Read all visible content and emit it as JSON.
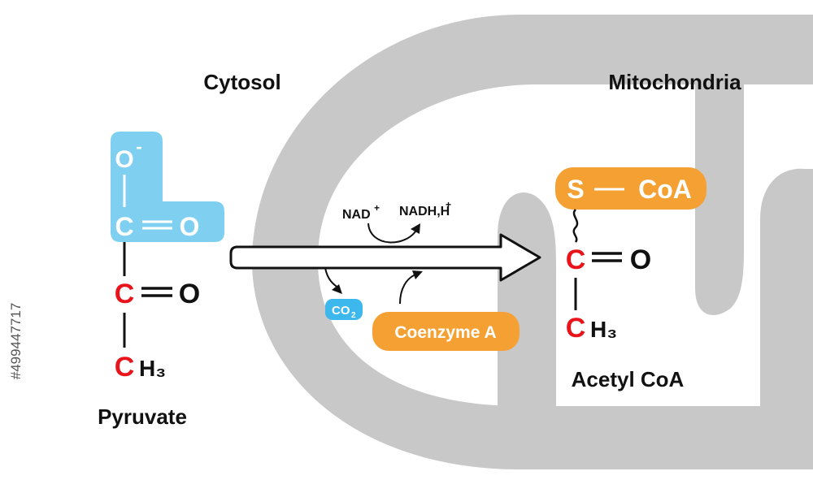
{
  "regions": {
    "cytosol": "Cytosol",
    "mitochondria": "Mitochondria"
  },
  "pyruvate": {
    "name": "Pyruvate",
    "o_minus": "O",
    "o_minus_charge": "-",
    "c_carboxyl": "C",
    "o_carboxyl": "O",
    "c_keto": "C",
    "o_keto": "O",
    "c_methyl": "C",
    "h3": "H₃"
  },
  "reaction": {
    "nad": "NAD",
    "nad_charge": "+",
    "nadh": "NADH,H",
    "nadh_charge": "+",
    "co2": "CO",
    "co2_sub": "2",
    "coenzyme_a": "Coenzyme A"
  },
  "acetyl_coa": {
    "name": "Acetyl CoA",
    "s": "S",
    "coa": "CoA",
    "c_carbonyl": "C",
    "o": "O",
    "c_methyl": "C",
    "h3": "H₃"
  },
  "watermark": "#499447717",
  "colors": {
    "mito_gray": "#c8c8c8",
    "carboxyl_blue": "#7fd0f0",
    "co2_blue": "#3cb8ec",
    "coa_orange": "#f5a033",
    "carbon_red": "#e8141a",
    "black": "#111111"
  }
}
